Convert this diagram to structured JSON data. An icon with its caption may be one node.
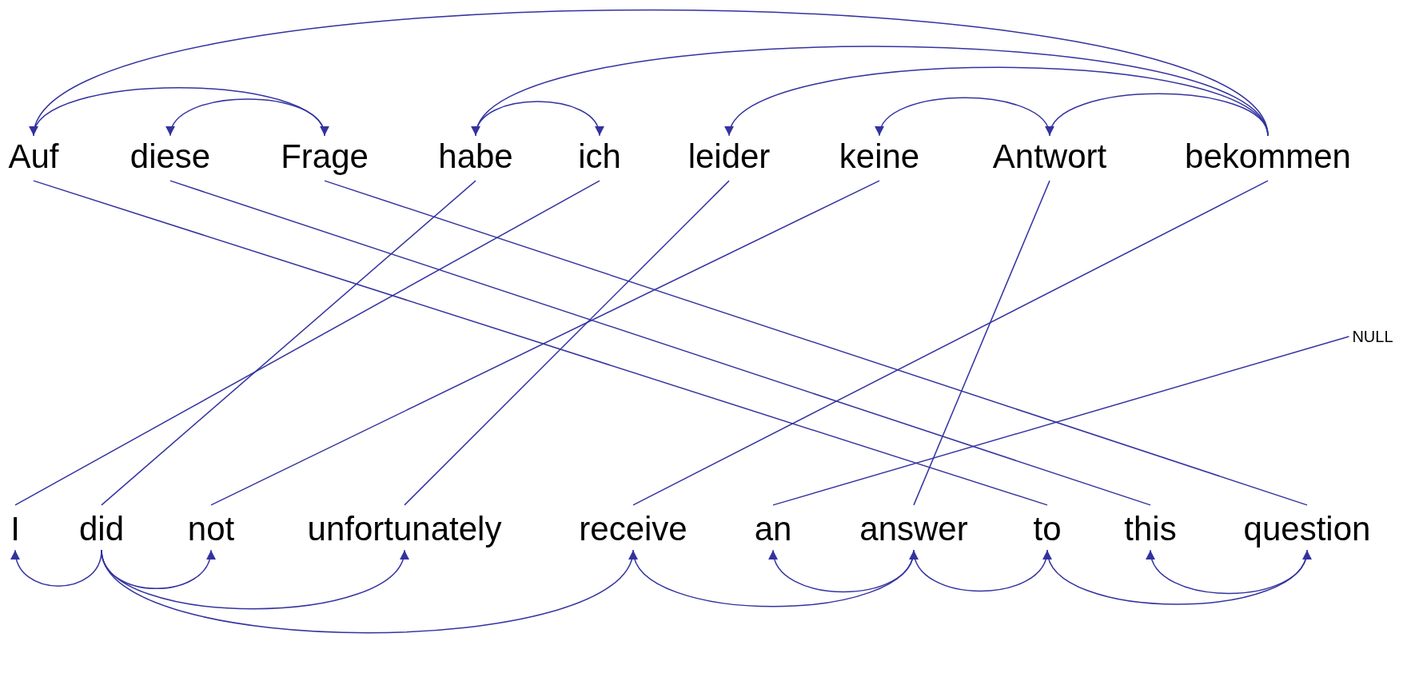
{
  "diagram": {
    "nodes": [
      {
        "text": [
          "Auf"
        ]
      },
      {
        "text": [
          "diese"
        ]
      },
      {
        "text": [
          "Frage"
        ]
      },
      {
        "text": [
          "habe"
        ]
      },
      {
        "text": [
          "ich"
        ]
      },
      {
        "text": [
          "leider"
        ]
      },
      {
        "text": [
          "keine"
        ]
      },
      {
        "text": [
          "Antwort"
        ]
      },
      {
        "text": [
          "bekommen"
        ]
      },
      {
        "text": [
          "I"
        ]
      },
      {
        "text": [
          "did"
        ]
      },
      {
        "text": [
          "not"
        ]
      },
      {
        "text": [
          "unfortunately"
        ]
      },
      {
        "text": [
          "receive"
        ]
      },
      {
        "text": [
          "an"
        ]
      },
      {
        "text": [
          "answer"
        ]
      },
      {
        "text": [
          "to"
        ]
      },
      {
        "text": [
          "this"
        ]
      },
      {
        "text": [
          "question"
        ]
      },
      {
        "text": [
          "NULL"
        ]
      }
    ],
    "edges": [
      {
        "from": 8,
        "to": 0,
        "arrow": "to"
      },
      {
        "from": 0,
        "to": 2,
        "arrow": "to"
      },
      {
        "from": 2,
        "to": 1,
        "arrow": "to"
      },
      {
        "from": 8,
        "to": 3,
        "arrow": "to"
      },
      {
        "from": 3,
        "to": 4,
        "arrow": "to"
      },
      {
        "from": 8,
        "to": 5,
        "arrow": "to"
      },
      {
        "from": 7,
        "to": 6,
        "arrow": "to"
      },
      {
        "from": 8,
        "to": 7,
        "arrow": "to"
      },
      {
        "from": 10,
        "to": 9,
        "arrow": "to"
      },
      {
        "from": 10,
        "to": 11,
        "arrow": "to"
      },
      {
        "from": 10,
        "to": 12,
        "arrow": "to"
      },
      {
        "from": 10,
        "to": 13,
        "arrow": "to"
      },
      {
        "from": 13,
        "to": 15,
        "arrow": "to"
      },
      {
        "from": 15,
        "to": 14,
        "arrow": "to"
      },
      {
        "from": 15,
        "to": 16,
        "arrow": "to"
      },
      {
        "from": 16,
        "to": 18,
        "arrow": "to"
      },
      {
        "from": 18,
        "to": 17,
        "arrow": "to"
      },
      {
        "from": 0,
        "to": 16,
        "arrow": "none"
      },
      {
        "from": 1,
        "to": 17,
        "arrow": "none"
      },
      {
        "from": 2,
        "to": 18,
        "arrow": "none"
      },
      {
        "from": 3,
        "to": 10,
        "arrow": "none"
      },
      {
        "from": 4,
        "to": 9,
        "arrow": "none"
      },
      {
        "from": 5,
        "to": 12,
        "arrow": "none"
      },
      {
        "from": 6,
        "to": 11,
        "arrow": "none"
      },
      {
        "from": 7,
        "to": 15,
        "arrow": "none"
      },
      {
        "from": 8,
        "to": 13,
        "arrow": "none"
      },
      {
        "from": 19,
        "to": 14,
        "arrow": "none"
      }
    ]
  }
}
